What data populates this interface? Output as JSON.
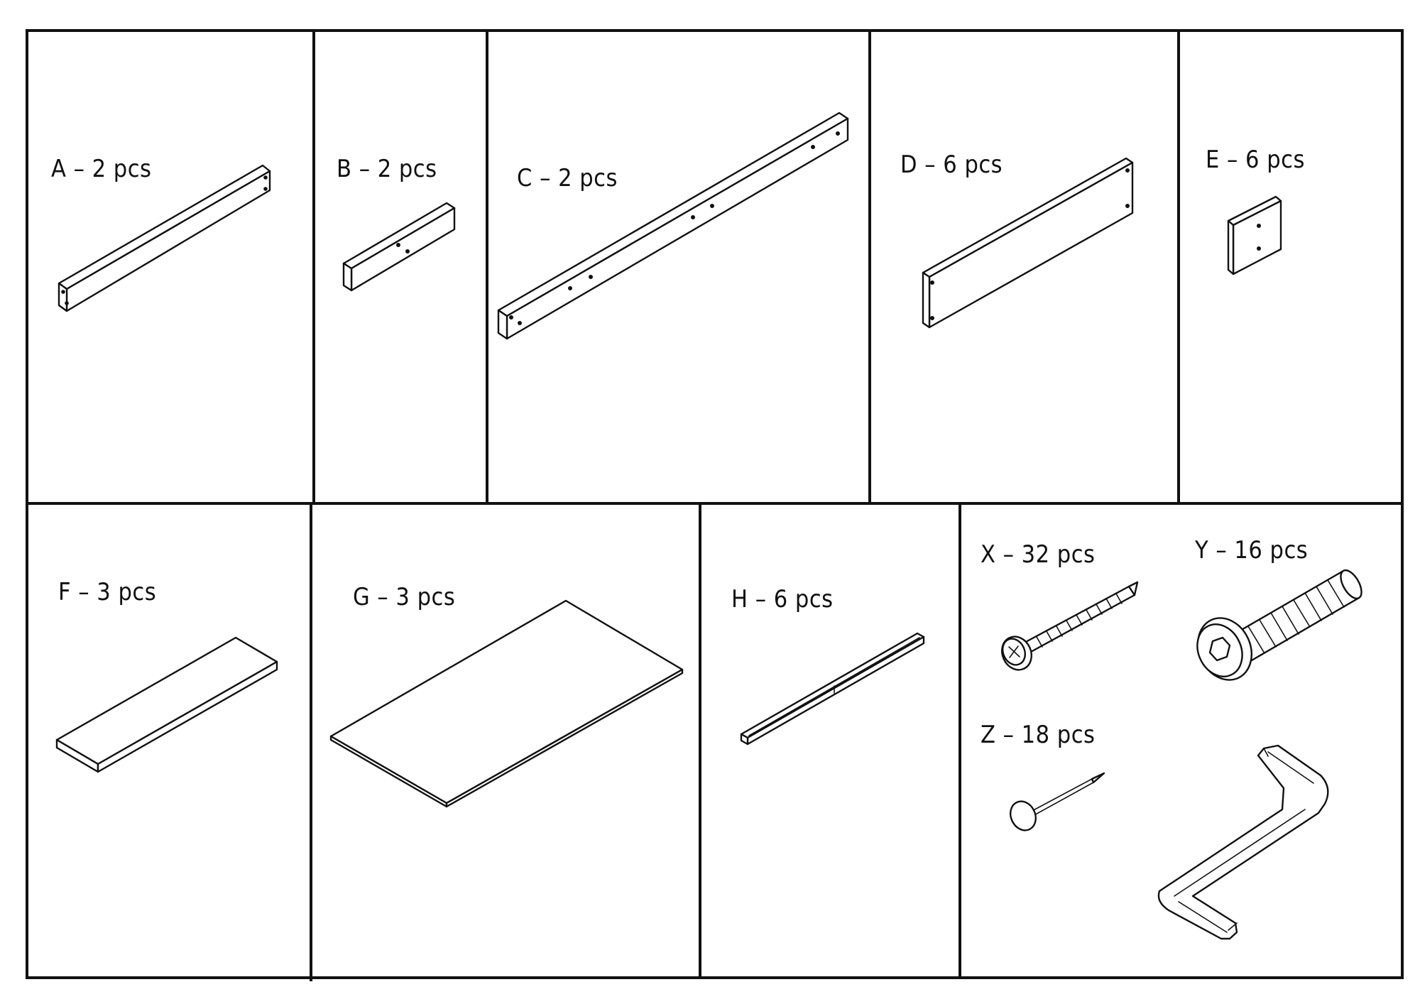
{
  "parts": [
    {
      "id": "A",
      "label": "A – 2 pcs",
      "name": "rail"
    },
    {
      "id": "B",
      "label": "B – 2 pcs",
      "name": "short-block"
    },
    {
      "id": "C",
      "label": "C – 2 pcs",
      "name": "long-rail"
    },
    {
      "id": "D",
      "label": "D – 6 pcs",
      "name": "slat-board"
    },
    {
      "id": "E",
      "label": "E – 6 pcs",
      "name": "square-block"
    },
    {
      "id": "F",
      "label": "F – 3 pcs",
      "name": "flat-board"
    },
    {
      "id": "G",
      "label": "G – 3 pcs",
      "name": "panel-sheet"
    },
    {
      "id": "H",
      "label": "H – 6 pcs",
      "name": "thin-strip"
    },
    {
      "id": "X",
      "label": "X – 32 pcs",
      "name": "wood-screw"
    },
    {
      "id": "Y",
      "label": "Y – 16 pcs",
      "name": "hex-bolt"
    },
    {
      "id": "Z",
      "label": "Z  – 18 pcs",
      "name": "nail"
    }
  ],
  "colors": {
    "line": "#111111",
    "background": "#ffffff"
  },
  "icons": {
    "tool": "allen-key-icon"
  }
}
